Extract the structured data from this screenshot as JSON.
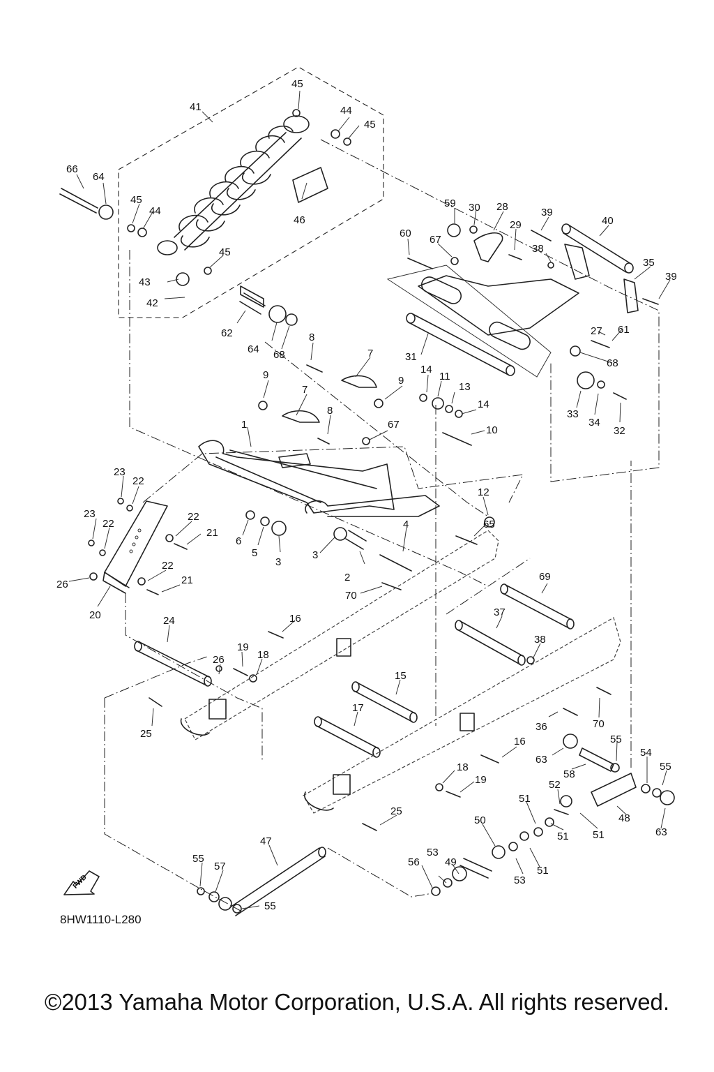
{
  "diagram_code": "8HW1110-L280",
  "fwd_label": "FWD",
  "copyright": "©2013 Yamaha Motor Corporation, U.S.A. All rights reserved.",
  "callouts": [
    "1",
    "2",
    "3",
    "3",
    "4",
    "5",
    "6",
    "7",
    "7",
    "8",
    "8",
    "9",
    "9",
    "10",
    "11",
    "12",
    "13",
    "14",
    "14",
    "15",
    "16",
    "16",
    "17",
    "18",
    "18",
    "19",
    "19",
    "20",
    "21",
    "21",
    "22",
    "22",
    "22",
    "22",
    "23",
    "23",
    "24",
    "25",
    "25",
    "26",
    "26",
    "27",
    "28",
    "29",
    "30",
    "31",
    "32",
    "33",
    "34",
    "35",
    "36",
    "37",
    "38",
    "38",
    "39",
    "39",
    "40",
    "41",
    "42",
    "43",
    "44",
    "44",
    "45",
    "45",
    "45",
    "45",
    "46",
    "47",
    "48",
    "49",
    "50",
    "51",
    "51",
    "51",
    "51",
    "52",
    "53",
    "53",
    "54",
    "55",
    "55",
    "55",
    "55",
    "56",
    "57",
    "58",
    "59",
    "60",
    "61",
    "62",
    "63",
    "63",
    "64",
    "64",
    "65",
    "66",
    "67",
    "67",
    "68",
    "68",
    "69",
    "70",
    "70"
  ]
}
